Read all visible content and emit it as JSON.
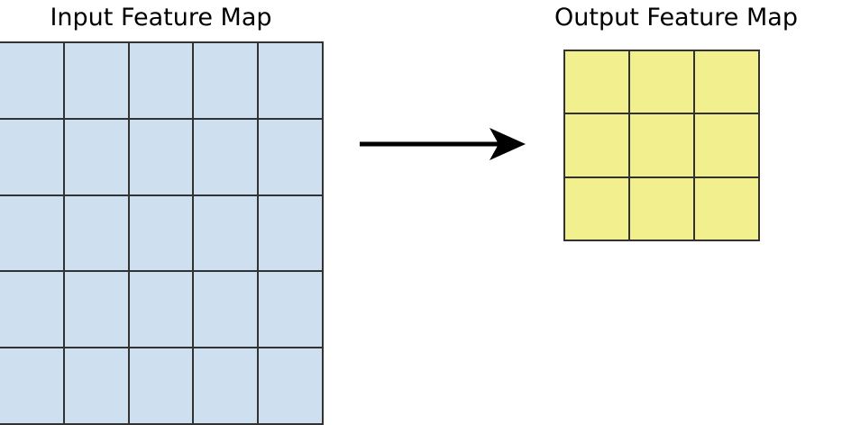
{
  "diagram": {
    "title": "",
    "background_color": "#ffffff",
    "panels": [
      {
        "id": "input",
        "title": "Input Feature Map",
        "shape": "5x5",
        "rows": 5,
        "cols": 5,
        "fill_color": "#cedff0",
        "border_color": "#323232"
      },
      {
        "id": "output",
        "title": "Output Feature Map",
        "shape": "3x3",
        "rows": 3,
        "cols": 3,
        "fill_color": "#f2f08e",
        "border_color": "#323232"
      }
    ],
    "connector": {
      "kind": "arrow",
      "direction": "right",
      "color": "#000000",
      "label": ""
    }
  },
  "chart_data": {
    "type": "diagram",
    "title": "",
    "panels": [
      {
        "label": "Input Feature Map",
        "grid_rows": 5,
        "grid_cols": 5,
        "cell_count": 25,
        "color": "#cedff0"
      },
      {
        "label": "Output Feature Map",
        "grid_rows": 3,
        "grid_cols": 3,
        "cell_count": 9,
        "color": "#f2f08e"
      }
    ],
    "annotations": [
      {
        "type": "arrow",
        "from": "Input Feature Map",
        "to": "Output Feature Map",
        "text": ""
      }
    ]
  }
}
